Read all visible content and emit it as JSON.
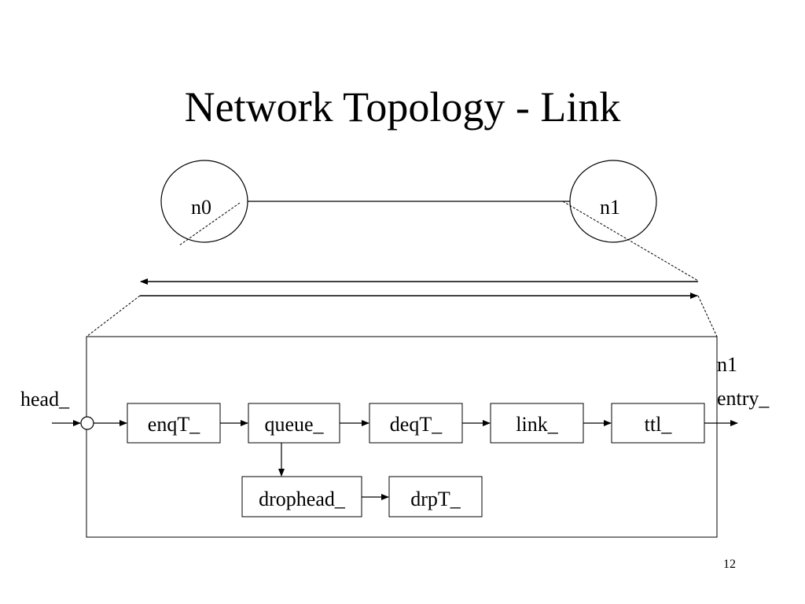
{
  "slide": {
    "title": "Network Topology - Link",
    "page_number": "12"
  },
  "nodes": {
    "n0": "n0",
    "n1": "n1"
  },
  "labels": {
    "head": "head_",
    "n1_entry_line1": "n1",
    "n1_entry_line2": "entry_"
  },
  "components": {
    "enqT": "enqT_",
    "queue": "queue_",
    "deqT": "deqT_",
    "link": "link_",
    "ttl": "ttl_",
    "drophead": "drophead_",
    "drpT": "drpT_"
  }
}
